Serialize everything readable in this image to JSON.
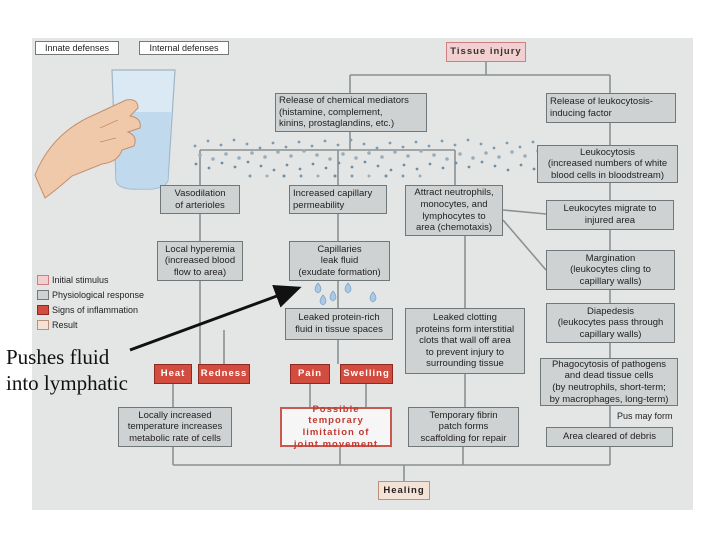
{
  "header": {
    "innate": "Innate defenses",
    "internal": "Internal defenses"
  },
  "legend": {
    "initial": {
      "label": "Initial stimulus",
      "color": "#f2cfd0"
    },
    "physio": {
      "label": "Physiological response",
      "color": "#cfd2d3"
    },
    "signs": {
      "label": "Signs of inflammation",
      "color": "#d24c3f"
    },
    "result": {
      "label": "Result",
      "color": "#f5e2d6"
    }
  },
  "boxes": {
    "tissue_injury": "Tissue injury",
    "release_chem": "Release of chemical mediators\n(histamine, complement,\nkinins, prostaglandins, etc.)",
    "release_leuk": "Release of leukocytosis-\ninducing factor",
    "leukocytosis": "Leukocytosis\n(increased numbers of white\nblood cells in bloodstream)",
    "vasodilation": "Vasodilation\nof arterioles",
    "increased_perm": "Increased capillary\npermeability",
    "attract": "Attract neutrophils,\nmonocytes, and\nlymphocytes to\narea (chemotaxis)",
    "migrate": "Leukocytes migrate to\ninjured area",
    "local_hyperemia": "Local hyperemia\n(increased blood\nflow to area)",
    "capillaries_leak": "Capillaries\nleak fluid\n(exudate formation)",
    "margination": "Margination\n(leukocytes cling to\ncapillary walls)",
    "leaked_protein": "Leaked protein-rich\nfluid in tissue spaces",
    "leaked_clotting": "Leaked clotting\nproteins form interstitial\nclots that wall off area\nto prevent injury to\nsurrounding tissue",
    "diapedesis": "Diapedesis\n(leukocytes pass through\ncapillary walls)",
    "heat": "Heat",
    "redness": "Redness",
    "pain": "Pain",
    "swelling": "Swelling",
    "phagocytosis": "Phagocytosis of pathogens\nand dead tissue cells\n(by neutrophils, short-term;\nby macrophages, long-term)",
    "locally_increased": "Locally increased\ntemperature increases\nmetabolic rate of cells",
    "possible_limitation": "Possible temporary\nlimitation of\njoint movement",
    "temporary_fibrin": "Temporary fibrin\npatch forms\nscaffolding for repair",
    "pus": "Pus may form",
    "area_cleared": "Area cleared of debris",
    "healing": "Healing"
  },
  "annotation": "Pushes fluid\ninto lymphatic"
}
